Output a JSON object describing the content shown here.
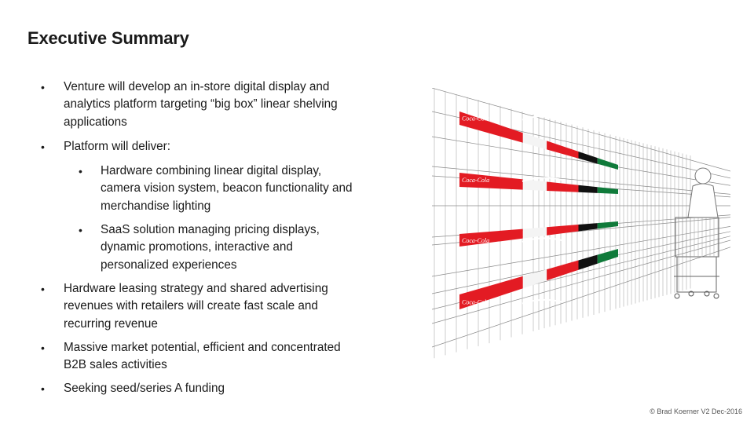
{
  "slide": {
    "title": "Executive Summary",
    "bullets": [
      {
        "level": 1,
        "lines": [
          "Venture will develop an in-store digital display and",
          "analytics platform targeting “big box” linear shelving",
          "applications"
        ]
      },
      {
        "level": 1,
        "lines": [
          "Platform will deliver:"
        ]
      },
      {
        "level": 2,
        "lines": [
          "Hardware combining linear digital display,",
          "camera vision system, beacon functionality and",
          "merchandise lighting"
        ]
      },
      {
        "level": 2,
        "lines": [
          "SaaS solution managing pricing displays,",
          "dynamic promotions, interactive and",
          "personalized experiences"
        ]
      },
      {
        "level": 1,
        "lines": [
          "Hardware leasing strategy and shared advertising",
          "revenues with retailers will create fast scale and",
          "recurring revenue"
        ]
      },
      {
        "level": 1,
        "lines": [
          "Massive market potential, efficient and concentrated",
          "B2B sales activities"
        ]
      },
      {
        "level": 1,
        "lines": [
          "Seeking seed/series A funding"
        ]
      }
    ],
    "bullet_glyph": "•",
    "footer": "© Brad Koerner  V2  Dec-2016",
    "illustration": {
      "brand_text": "Coca-Cola",
      "colors": {
        "red": "#e31b23",
        "black": "#111111",
        "green": "#0f7a3a",
        "line": "#8a8a8a"
      }
    }
  }
}
